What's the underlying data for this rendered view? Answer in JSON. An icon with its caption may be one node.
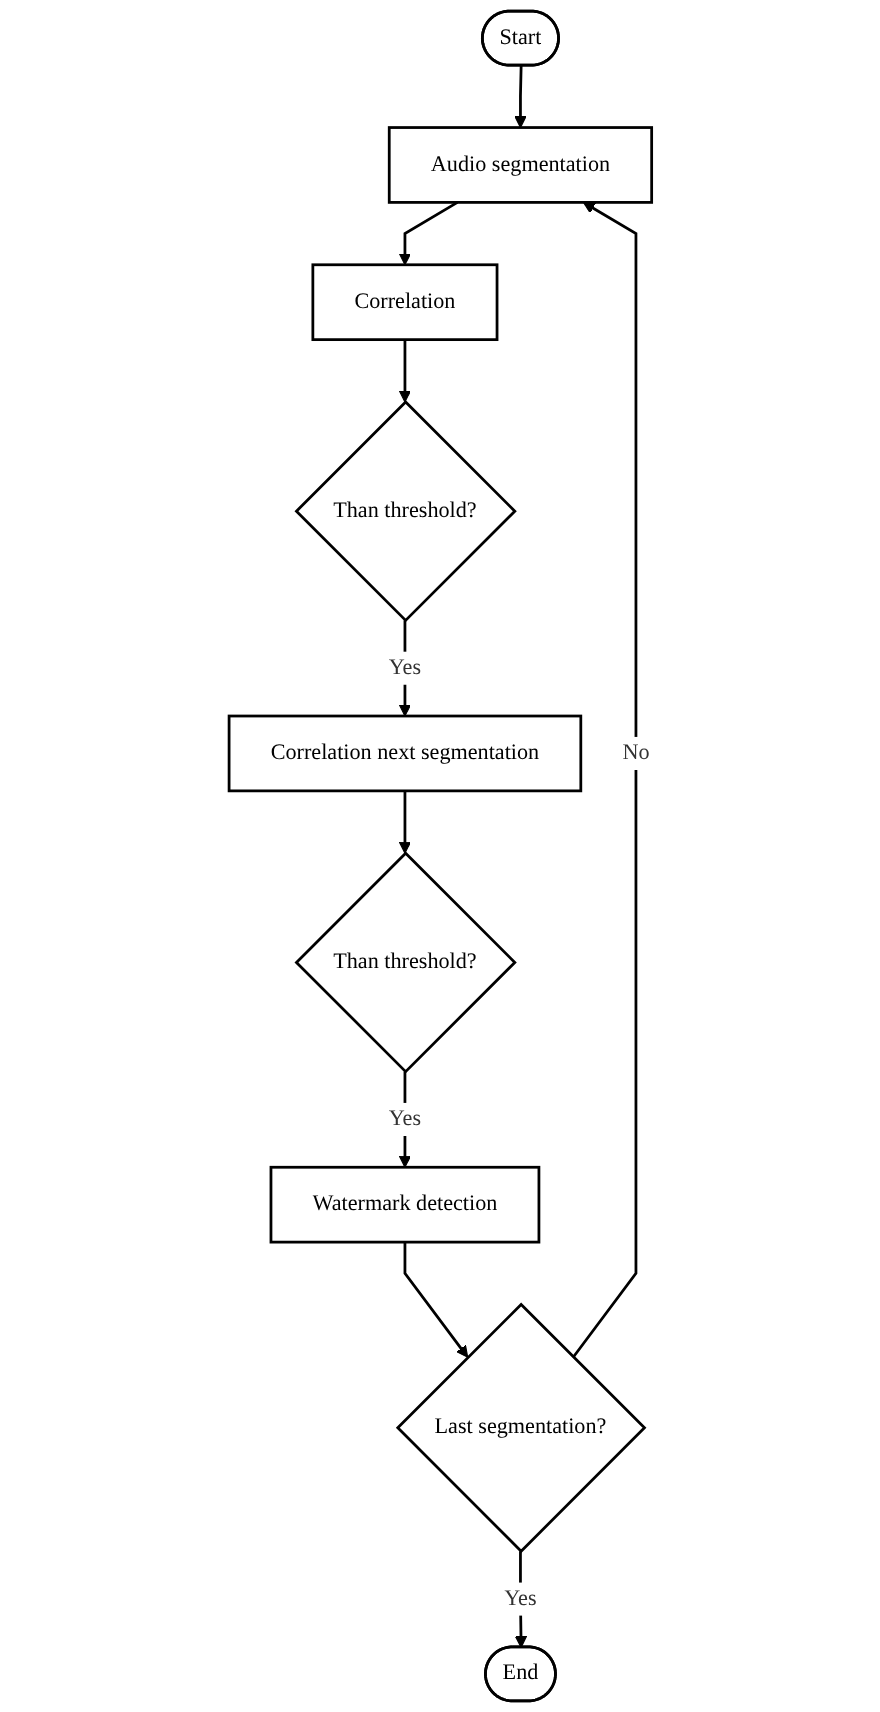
{
  "diagram": {
    "nodes": [
      {
        "text": [
          "Start"
        ]
      },
      {
        "text": [
          "Audio segmentation"
        ]
      },
      {
        "text": [
          "Correlation"
        ]
      },
      {
        "text": [
          "Than threshold?"
        ]
      },
      {
        "text": [
          "Correlation next segmentation"
        ]
      },
      {
        "text": [
          "Than threshold?"
        ]
      },
      {
        "text": [
          "Watermark detection"
        ]
      },
      {
        "text": [
          "Last segmentation?"
        ]
      },
      {
        "text": [
          "End"
        ]
      }
    ],
    "edges": [
      {
        "from": 0,
        "to": 1,
        "arrow": "to"
      },
      {
        "from": 1,
        "to": 2,
        "arrow": "to"
      },
      {
        "from": 2,
        "to": 3,
        "arrow": "to"
      },
      {
        "from": 3,
        "to": 4,
        "label": "Yes",
        "arrow": "to"
      },
      {
        "from": 4,
        "to": 5,
        "arrow": "to"
      },
      {
        "from": 5,
        "to": 6,
        "label": "Yes",
        "arrow": "to"
      },
      {
        "from": 6,
        "to": 7,
        "arrow": "to"
      },
      {
        "from": 7,
        "to": 1,
        "label": "No",
        "arrow": "to"
      },
      {
        "from": 7,
        "to": 8,
        "label": "Yes",
        "arrow": "to"
      }
    ]
  }
}
